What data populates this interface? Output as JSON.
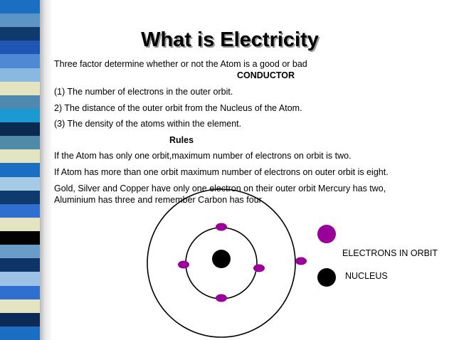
{
  "slide": {
    "title": "What is Electricity",
    "intro_line": "Three factor determine whether or not the Atom is a good or bad",
    "conductor_label": "CONDUCTOR",
    "points": [
      "(1)   The number of electrons in the outer orbit.",
      " 2)    The distance of the outer orbit from the Nucleus of the Atom.",
      " (3)   The density of the atoms within the element."
    ],
    "rules_heading": "Rules",
    "rules": [
      "If the Atom has only one orbit,maximum number of electrons on orbit  is two.",
      "If Atom has more than one orbit maximum number of electrons on outer orbit is eight.",
      "Gold, Silver and Copper have only  one electron on their outer orbit Mercury has two,",
      "Aluminium has three and remember Carbon has four"
    ]
  },
  "legend": {
    "electrons_label": "ELECTRONS IN ORBIT",
    "nucleus_label": "NUCLEUS"
  },
  "colors": {
    "electron": "#990099",
    "nucleus": "#000000",
    "stripes": [
      "#1b6fc3",
      "#5c94c6",
      "#0f3a6e",
      "#1f55b3",
      "#4f89d6",
      "#89b8e0",
      "#e4e5c0",
      "#4f89b0",
      "#1a9ad0",
      "#0a2a52",
      "#4f8aa8",
      "#e3e4c2",
      "#1b6fc3",
      "#a5cbe6",
      "#0f3a6e",
      "#2f6fd0",
      "#e4e5c0",
      "#000000",
      "#6a9cc8",
      "#0e3366",
      "#9cc3e6",
      "#2f6fd0",
      "#e4e5c0",
      "#0c2a55",
      "#1b6fc3"
    ]
  }
}
